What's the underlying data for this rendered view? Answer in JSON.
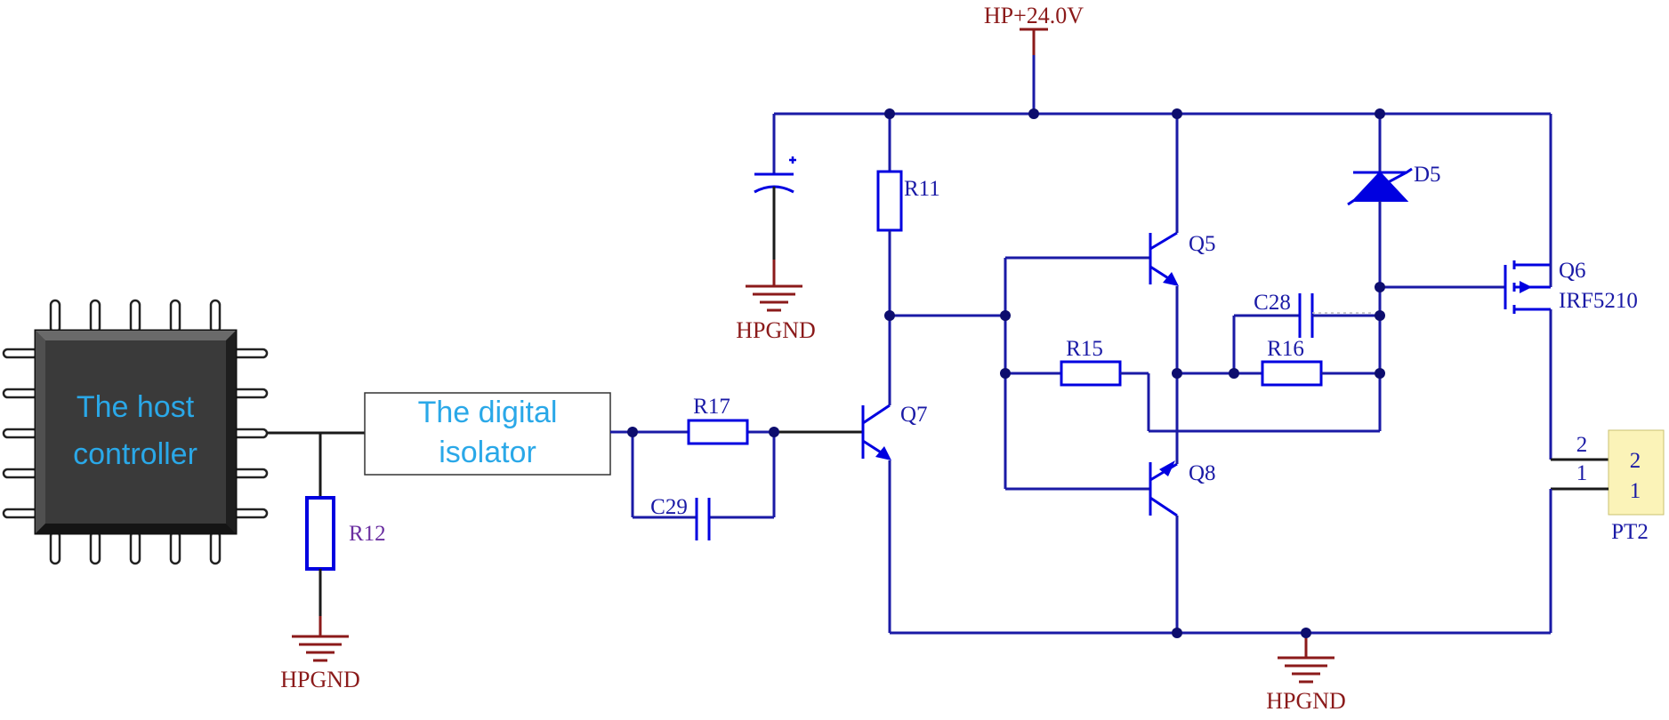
{
  "power": {
    "supply_label": "HP+24.0V",
    "ground_label": "HPGND"
  },
  "blocks": {
    "host_line1": "The host",
    "host_line2": "controller",
    "isolator_line1": "The digital",
    "isolator_line2": "isolator"
  },
  "components": {
    "R11": "R11",
    "R12": "R12",
    "R15": "R15",
    "R16": "R16",
    "R17": "R17",
    "C28": "C28",
    "C29": "C29",
    "Q5": "Q5",
    "Q6": "Q6",
    "Q6_part": "IRF5210",
    "Q7": "Q7",
    "Q8": "Q8",
    "D5": "D5",
    "PT2": "PT2"
  },
  "connector": {
    "pin2": "2",
    "pin1": "1"
  },
  "colors": {
    "wire": "#1a1aa6",
    "component": "#0000e0",
    "power": "#8b1a1a",
    "block_text": "#2aa8e8",
    "chip_body": "#3a3a3a",
    "connector_fill": "#fbf3b8"
  }
}
